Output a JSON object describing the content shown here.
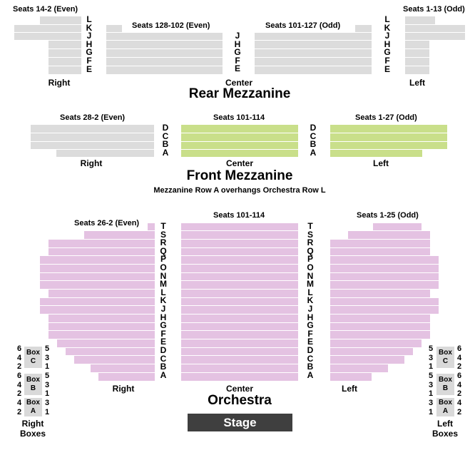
{
  "rear_mezzanine": {
    "title": "Rear Mezzanine",
    "right_label": "Seats 14-2 (Even)",
    "center_label_right": "Seats 128-102 (Even)",
    "center_label_left": "Seats 101-127 (Odd)",
    "left_label": "Seats 1-13 (Odd)",
    "rows": [
      "L",
      "K",
      "J",
      "H",
      "G",
      "F",
      "E"
    ],
    "center_rows": [
      "J",
      "H",
      "G",
      "F",
      "E"
    ],
    "side_right": "Right",
    "side_center": "Center",
    "side_left": "Left"
  },
  "front_mezzanine": {
    "title": "Front Mezzanine",
    "note": "Mezzanine Row A overhangs Orchestra Row L",
    "right_label": "Seats 28-2 (Even)",
    "center_label": "Seats 101-114",
    "left_label": "Seats 1-27 (Odd)",
    "rows": [
      "D",
      "C",
      "B",
      "A"
    ],
    "side_right": "Right",
    "side_center": "Center",
    "side_left": "Left"
  },
  "orchestra": {
    "title": "Orchestra",
    "right_label": "Seats 26-2 (Even)",
    "center_label": "Seats 101-114",
    "left_label": "Seats 1-25 (Odd)",
    "rows": [
      "T",
      "S",
      "R",
      "Q",
      "P",
      "O",
      "N",
      "M",
      "L",
      "K",
      "J",
      "H",
      "G",
      "F",
      "E",
      "D",
      "C",
      "B",
      "A"
    ],
    "side_right": "Right",
    "side_center": "Center",
    "side_left": "Left"
  },
  "stage": "Stage",
  "boxes": {
    "right_caption_1": "Right",
    "right_caption_2": "Boxes",
    "left_caption_1": "Left",
    "left_caption_2": "Boxes",
    "box_word": "Box",
    "box_c": "C",
    "box_b": "B",
    "box_a": "A",
    "right_c_even": [
      "6",
      "4",
      "2"
    ],
    "right_c_odd": [
      "5",
      "3",
      "1"
    ],
    "right_b_even": [
      "6",
      "4",
      "2"
    ],
    "right_b_odd": [
      "5",
      "3",
      "1"
    ],
    "right_a_even": [
      "4",
      "2"
    ],
    "right_a_odd": [
      "3",
      "1"
    ],
    "left_c_odd": [
      "5",
      "3",
      "1"
    ],
    "left_c_even": [
      "6",
      "4",
      "2"
    ],
    "left_b_odd": [
      "5",
      "3",
      "1"
    ],
    "left_b_even": [
      "6",
      "4",
      "2"
    ],
    "left_a_odd": [
      "3",
      "1"
    ],
    "left_a_even": [
      "4",
      "2"
    ]
  },
  "colors": {
    "rear_mezzanine": "#dcdcdc",
    "front_mezzanine_sides": "#dcdcdc",
    "front_mezzanine_premium": "#c9df8a",
    "orchestra": "#e4c2e2",
    "stage": "#3f3f3f"
  }
}
